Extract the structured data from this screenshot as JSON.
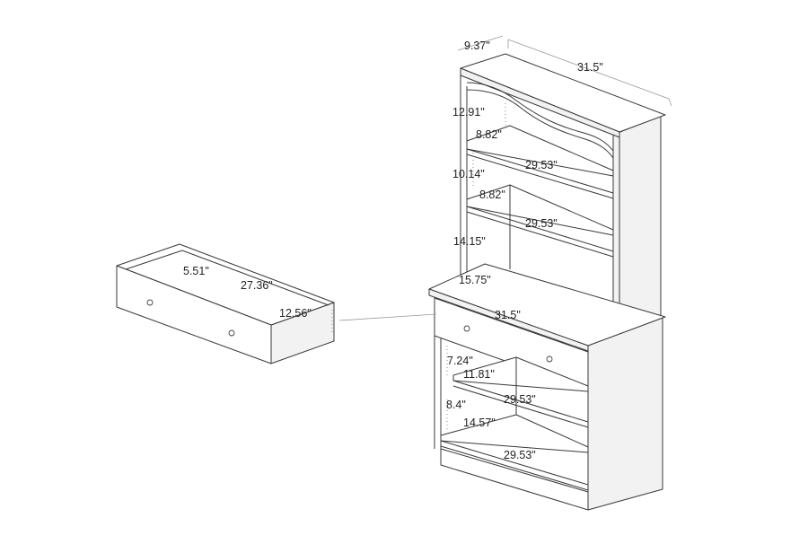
{
  "hutch": {
    "depth": "9.37\"",
    "width": "31.5\"",
    "top_gap": "12.91\"",
    "shelf1_depth": "8.82\"",
    "shelf1_width": "29.53\"",
    "mid_gap": "10.14\"",
    "shelf2_depth": "8.82\"",
    "shelf2_width": "29.53\"",
    "bottom_gap": "14.15\""
  },
  "base": {
    "depth": "15.75\"",
    "width": "31.5\"",
    "drawer_gap": "7.24\"",
    "shelf1_depth": "11.81\"",
    "shelf1_width": "29.53\"",
    "lower_gap": "8.4\"",
    "shelf2_depth": "14.57\"",
    "shelf2_width": "29.53\""
  },
  "drawer": {
    "height": "5.51\"",
    "width": "27.36\"",
    "depth": "12.56\""
  }
}
